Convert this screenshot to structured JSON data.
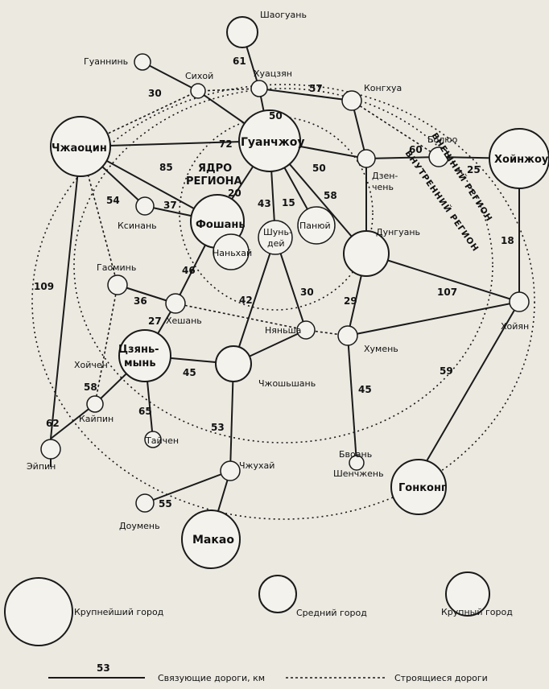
{
  "cities": {
    "guangzhou": "Гуанчжоу",
    "shaoguan": "Шаогуань",
    "guanning": "Гуаннинь",
    "sihoy": "Сихой",
    "huatszyan": "Хуацзян",
    "kongua": "Конгхуа",
    "zhaoqing": "Чжаоцин",
    "dzenchen": "Дзен-\nчень",
    "boluo": "Болюо",
    "huizhou": "Хойнжоу",
    "ksinan": "Ксинань",
    "foshan": "Фошань",
    "nanhai": "Наньхай",
    "shunde": "Шунь-\nдей",
    "panyu": "Панюй",
    "dongguan": "Дунгуань",
    "gaoming": "Гаоминь",
    "heshan": "Хешань",
    "jiangmen": "Цзянь-\nмынь",
    "hoychen": "Хойчен",
    "kaiping": "Кайпин",
    "taishan": "Тайчен",
    "enping": "Эйпин",
    "zhongshan": "Чжошьшань",
    "nyansha": "Няньша",
    "humen": "Хумень",
    "hoyyan": "Хойян",
    "baoan": "Бвоань",
    "shenzhen": "Шенчжень",
    "hongkong": "Гонконг",
    "zhuhai": "Чжухай",
    "doumen": "Доумень",
    "macau": "Макао"
  },
  "regions": {
    "core_line1": "ЯДРО",
    "core_line2": "РЕГИОНА",
    "inner": "ВНУТРЕННИЙ РЕГИОН",
    "outer": "ВНЕШНИЙ РЕГИОН"
  },
  "distances": {
    "shaoguan_huatszyan": "61",
    "guanning_sihoy": "30",
    "huatszyan_kongua": "57",
    "huatszyan_guangzhou": "50",
    "zhaoqing_guangzhou": "72",
    "zhaoqing_foshan": "85",
    "guangzhou_dzenchen": "50",
    "dzenchen_boluo": "60",
    "boluo_huizhou": "25",
    "guangzhou_foshan": "20",
    "guangzhou_shunde": "43",
    "guangzhou_panyu": "15",
    "guangzhou_dongguan": "58",
    "zhaoqing_ksinan": "54",
    "ksinan_foshan": "37",
    "foshan_heshan": "46",
    "zhaoqing_hoychen": "109",
    "gaoming_heshan": "36",
    "heshan_jiangmen": "27",
    "shunde_zhongshan": "42",
    "panyu_nyansha": "30",
    "dongguan_humen": "29",
    "dongguan_hoyyan": "107",
    "huizhou_hoyyan": "18",
    "jiangmen_zhongshan": "45",
    "hoychen_kaiping": "58",
    "jiangmen_taishan": "65",
    "kaiping_enping": "62",
    "zhongshan_zhuhai": "53",
    "humen_shenzhen": "45",
    "hoyyan_hongkong": "59",
    "zhuhai_doumen": "55"
  },
  "legend": {
    "largest": "Крупнейший город",
    "medium": "Средний город",
    "large": "Крупный город",
    "roads_number": "53",
    "roads": "Связующие дороги, км",
    "planned": "Строящиеся дороги"
  }
}
